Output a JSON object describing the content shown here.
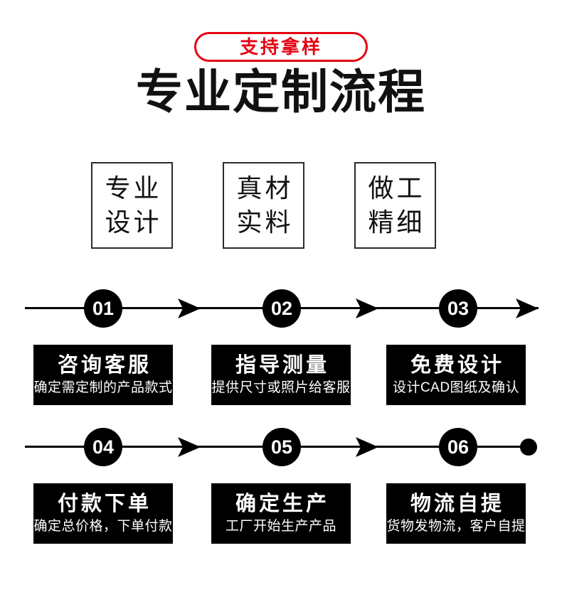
{
  "header": {
    "badge_label": "支持拿样",
    "title": "专业定制流程"
  },
  "features": [
    {
      "line1": "专业",
      "line2": "设计"
    },
    {
      "line1": "真材",
      "line2": "实料"
    },
    {
      "line1": "做工",
      "line2": "精细"
    }
  ],
  "steps": [
    {
      "num": "01",
      "title": "咨询客服",
      "desc": "确定需定制的产品款式"
    },
    {
      "num": "02",
      "title": "指导测量",
      "desc": "提供尺寸或照片给客服"
    },
    {
      "num": "03",
      "title": "免费设计",
      "desc": "设计CAD图纸及确认"
    },
    {
      "num": "04",
      "title": "付款下单",
      "desc": "确定总价格，下单付款"
    },
    {
      "num": "05",
      "title": "确定生产",
      "desc": "工厂开始生产产品"
    },
    {
      "num": "06",
      "title": "物流自提",
      "desc": "货物发物流，客户自提"
    }
  ],
  "colors": {
    "accent_red": "#e60012",
    "ink_black": "#000000"
  }
}
